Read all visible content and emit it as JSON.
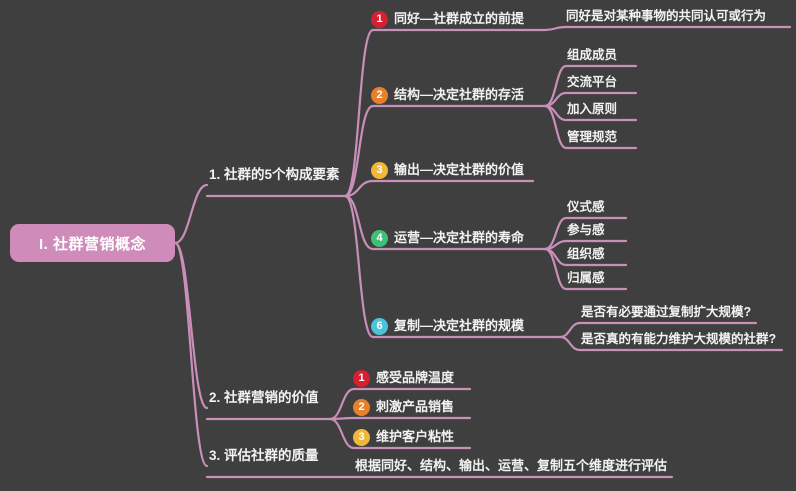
{
  "canvas": {
    "background": "#3f3f3f",
    "link_color": "#c98fb9",
    "text_color": "#f2f2f2"
  },
  "root": {
    "label": "I. 社群营销概念",
    "fill": "#cf8cbb",
    "text_color": "#ffffff"
  },
  "badge_colors": {
    "red": "#d42030",
    "orange": "#e8802a",
    "yellow": "#f0b73a",
    "green": "#3fbf79",
    "cyan": "#4cc3d9"
  },
  "branches": [
    {
      "id": "b1",
      "label": "1. 社群的5个构成要素",
      "children": [
        {
          "id": "b1c1",
          "badge": "1",
          "badge_color": "#d42030",
          "label": "同好—社群成立的前提",
          "children": [
            {
              "id": "b1c1g1",
              "label": "同好是对某种事物的共同认可或行为"
            }
          ]
        },
        {
          "id": "b1c2",
          "badge": "2",
          "badge_color": "#e8802a",
          "label": "结构—决定社群的存活",
          "children": [
            {
              "id": "b1c2g1",
              "label": "组成成员"
            },
            {
              "id": "b1c2g2",
              "label": "交流平台"
            },
            {
              "id": "b1c2g3",
              "label": "加入原则"
            },
            {
              "id": "b1c2g4",
              "label": "管理规范"
            }
          ]
        },
        {
          "id": "b1c3",
          "badge": "3",
          "badge_color": "#f0b73a",
          "label": "输出—决定社群的价值",
          "children": []
        },
        {
          "id": "b1c4",
          "badge": "4",
          "badge_color": "#3fbf79",
          "label": "运营—决定社群的寿命",
          "children": [
            {
              "id": "b1c4g1",
              "label": "仪式感"
            },
            {
              "id": "b1c4g2",
              "label": "参与感"
            },
            {
              "id": "b1c4g3",
              "label": "组织感"
            },
            {
              "id": "b1c4g4",
              "label": "归属感"
            }
          ]
        },
        {
          "id": "b1c5",
          "badge": "6",
          "badge_color": "#4cc3d9",
          "label": "复制—决定社群的规模",
          "children": [
            {
              "id": "b1c5g1",
              "label": "是否有必要通过复制扩大规模?"
            },
            {
              "id": "b1c5g2",
              "label": "是否真的有能力维护大规模的社群?"
            }
          ]
        }
      ]
    },
    {
      "id": "b2",
      "label": "2. 社群营销的价值",
      "children": [
        {
          "id": "b2c1",
          "badge": "1",
          "badge_color": "#d42030",
          "label": "感受品牌温度",
          "children": []
        },
        {
          "id": "b2c2",
          "badge": "2",
          "badge_color": "#e8802a",
          "label": "刺激产品销售",
          "children": []
        },
        {
          "id": "b2c3",
          "badge": "3",
          "badge_color": "#f0b73a",
          "label": "维护客户粘性",
          "children": []
        }
      ]
    },
    {
      "id": "b3",
      "label": "3. 评估社群的质量",
      "children": [
        {
          "id": "b3c1",
          "label": "根据同好、结构、输出、运营、复制五个维度进行评估",
          "children": []
        }
      ]
    }
  ]
}
